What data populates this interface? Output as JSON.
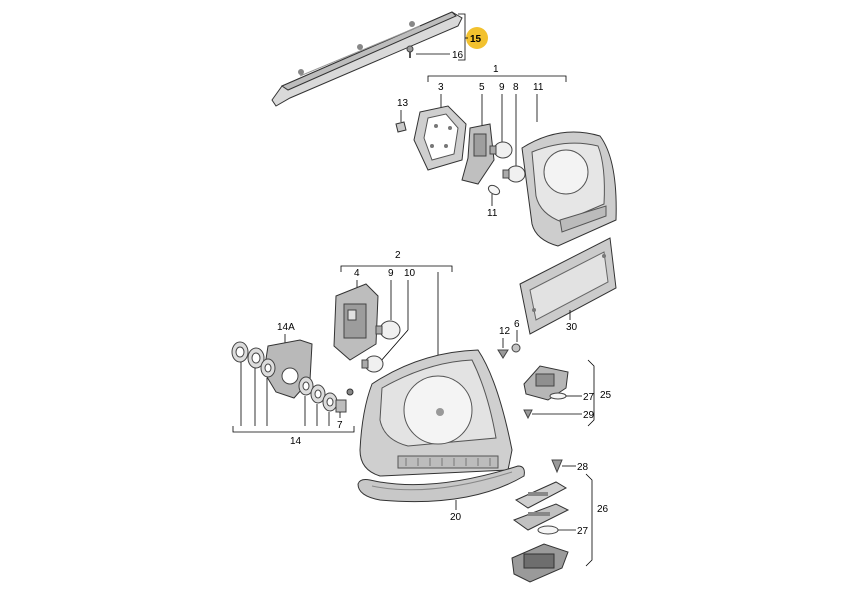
{
  "diagram": {
    "highlight_color": "#f2c12e",
    "callouts": {
      "c15": "15",
      "c16": "16",
      "c1": "1",
      "c3": "3",
      "c5": "5",
      "c9a": "9",
      "c8": "8",
      "c11a": "11",
      "c13": "13",
      "c11b": "11",
      "c2": "2",
      "c4": "4",
      "c9b": "9",
      "c10": "10",
      "c14A": "14A",
      "c12": "12",
      "c6": "6",
      "c30": "30",
      "c27a": "27",
      "c25": "25",
      "c29": "29",
      "c7": "7",
      "c14": "14",
      "c28": "28",
      "c26": "26",
      "c20": "20",
      "c27b": "27"
    }
  }
}
